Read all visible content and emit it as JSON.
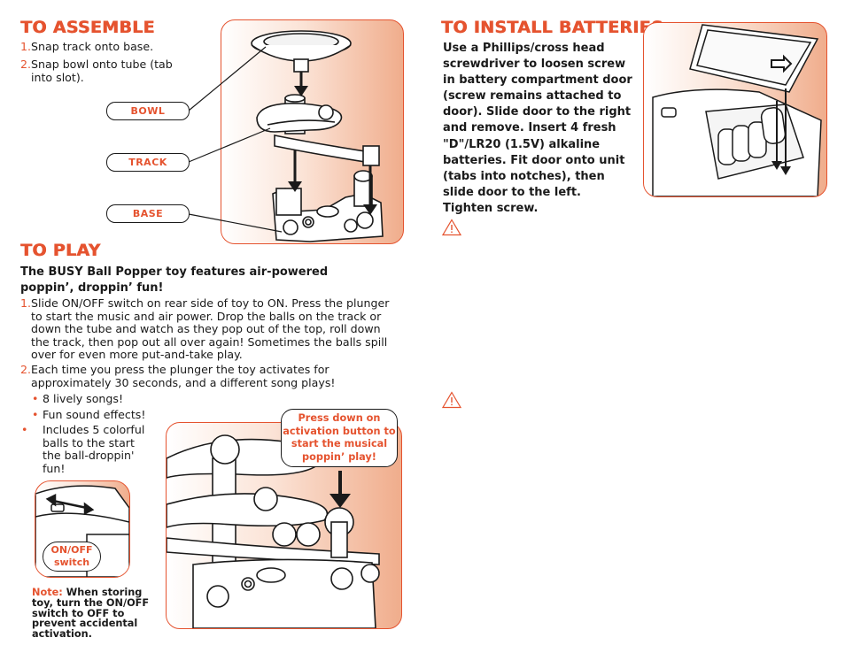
{
  "assemble": {
    "heading": "TO ASSEMBLE",
    "steps": [
      {
        "num": "1.",
        "text": "Snap track onto base."
      },
      {
        "num": "2.",
        "text": "Snap bowl onto tube (tab into slot)."
      }
    ],
    "labels": {
      "bowl": "BOWL",
      "track": "TRACK",
      "base": "BASE"
    }
  },
  "play": {
    "heading": "TO PLAY",
    "intro": "The BUSY Ball Popper toy features air-powered poppin’, droppin’ fun!",
    "steps": [
      {
        "num": "1.",
        "text": "Slide ON/OFF switch on rear side of toy to ON. Press the plunger to start the music and air power.  Drop the balls on the track or down the tube and watch as they pop out of the top, roll down the track, then pop out all over again!  Sometimes the balls spill over for even more put-and-take play."
      },
      {
        "num": "2.",
        "text": "Each time you press the plunger the toy activates for approximately 30 seconds, and a different song plays!"
      }
    ],
    "bullets": [
      "8 lively songs!",
      "Fun sound effects!",
      "Includes 5 colorful balls to the start the ball-droppin' fun!"
    ],
    "callout": "Press down on activation button to start the musical poppin’ play!",
    "switch_label": "ON/OFF switch",
    "note_label": "Note:",
    "note_text": "When storing toy, turn the ON/OFF switch to OFF to prevent accidental activation."
  },
  "batteries": {
    "heading": "TO INSTALL BATTERIES",
    "text": "Use a Phillips/cross head screwdriver to loosen screw in battery compartment door (screw remains attached to door). Slide door to the right and remove. Insert 4 fresh \"D\"/LR20 (1.5V) alkaline batteries. Fit door onto unit (tabs into notches), then slide door to the left. Tighten screw."
  },
  "icons": {
    "warning_1": "warning-triangle-icon",
    "warning_2": "warning-triangle-icon"
  },
  "colors": {
    "accent": "#e5532f",
    "panel_gradient_end": "#f0ad8c",
    "text": "#1a1a1a"
  }
}
